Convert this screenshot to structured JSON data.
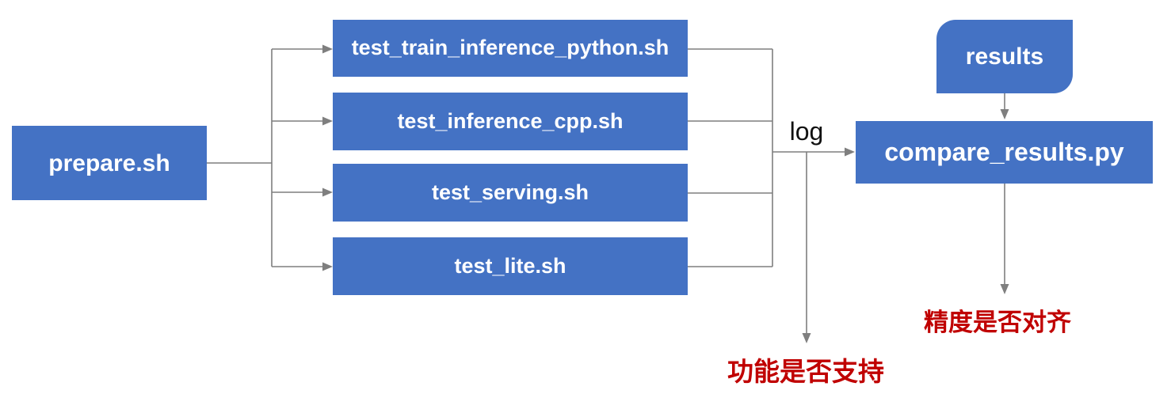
{
  "diagram": {
    "title": "tipc test pipeline flowchart",
    "nodes": {
      "prepare": {
        "label": "prepare.sh",
        "shape": "rectangle"
      },
      "test1": {
        "label": "test_train_inference_python.sh",
        "shape": "rectangle"
      },
      "test2": {
        "label": "test_inference_cpp.sh",
        "shape": "rectangle"
      },
      "test3": {
        "label": "test_serving.sh",
        "shape": "rectangle"
      },
      "test4": {
        "label": "test_lite.sh",
        "shape": "rectangle"
      },
      "results": {
        "label": "results",
        "shape": "round-diagonal-corner-rectangle"
      },
      "compare": {
        "label": "compare_results.py",
        "shape": "rectangle"
      }
    },
    "edge_labels": {
      "log": "log"
    },
    "outputs": {
      "function_support": "功能是否支持",
      "precision_align": "精度是否对齐"
    },
    "edges": [
      "prepare.sh -> test_train_inference_python.sh",
      "prepare.sh -> test_inference_cpp.sh",
      "prepare.sh -> test_serving.sh",
      "prepare.sh -> test_lite.sh",
      "test scripts -> log -> compare_results.py",
      "log -> 功能是否支持",
      "results -> compare_results.py",
      "compare_results.py -> 精度是否对齐"
    ],
    "colors": {
      "node_fill": "#4472C4",
      "node_text": "#FFFFFF",
      "connector": "#7F7F7F",
      "output_text": "#C00000",
      "edge_label_text": "#111111",
      "background": "#FFFFFF"
    }
  }
}
